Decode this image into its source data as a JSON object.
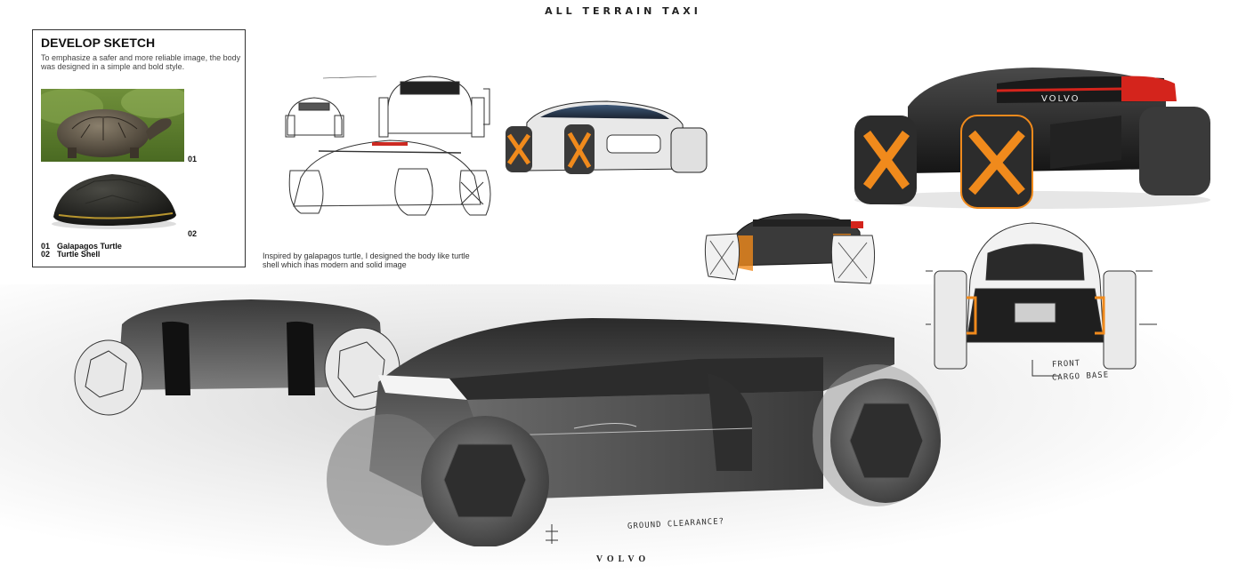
{
  "header": {
    "title": "ALL TERRAIN TAXI"
  },
  "panel": {
    "heading": "DEVELOP SKETCH",
    "intro": "To emphasize a safer and more reliable image, the body was designed in a simple and bold style.",
    "photos": [
      {
        "number": "01",
        "subject": "tortoise-photo"
      },
      {
        "number": "02",
        "subject": "turtle-shell-photo"
      }
    ],
    "captions": [
      {
        "number": "01",
        "label": "Galapagos Turtle"
      },
      {
        "number": "02",
        "label": "Turtle Shell"
      }
    ]
  },
  "inspiration_note": "Inspired by galapagos turtle, I designed the body like turtle shell which ihas modern and solid image",
  "annotations": {
    "front_cargo_top": "FRONT",
    "front_cargo_bottom": "CARGO BASE",
    "ground_clearance": "GROUND CLEARANCE?"
  },
  "footer": {
    "brand": "VOLVO"
  },
  "colors": {
    "accent_orange": "#f08a1c",
    "tail_red": "#d4241c",
    "body_dark": "#2a2a2a",
    "body_grey": "#7a7a7a"
  }
}
